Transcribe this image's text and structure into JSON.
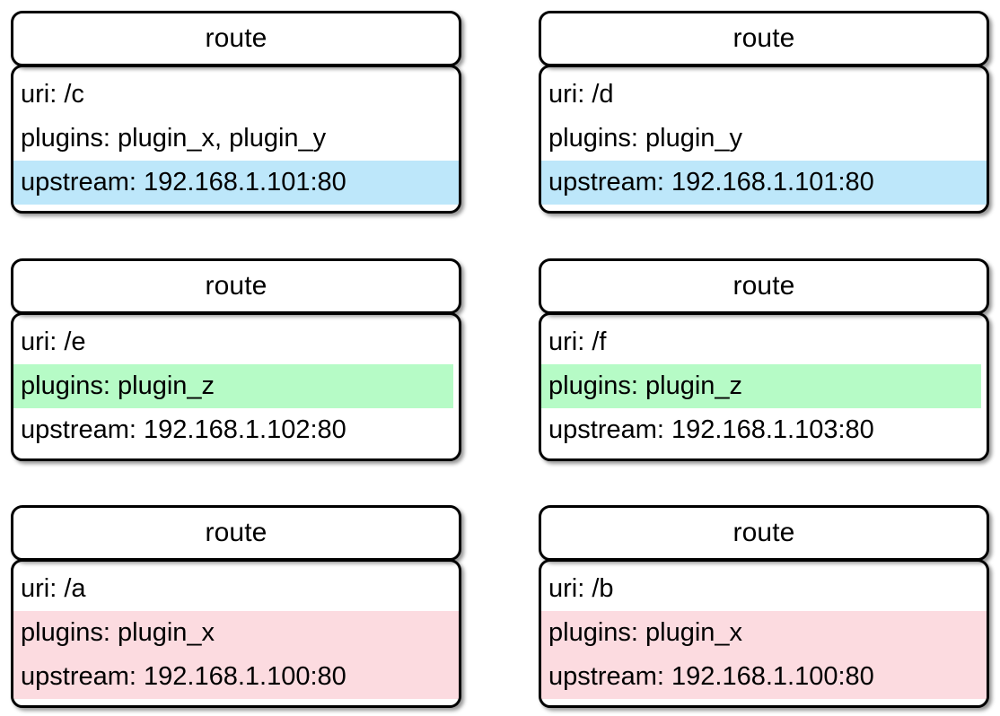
{
  "diagram": {
    "entity_type_label": "route",
    "attribute_keys": [
      "uri",
      "plugins",
      "upstream"
    ],
    "highlight_colors": {
      "blue": "#bde7fa",
      "green": "#b6fbc6",
      "pink": "#fcdbe0",
      "border": "#000000",
      "background": "#ffffff"
    },
    "cards": [
      {
        "title": "route",
        "uri": "uri: /c",
        "plugins": "plugins: plugin_x, plugin_y",
        "upstream": "upstream: 192.168.1.101:80",
        "highlight": "blue",
        "highlight_scope": "upstream"
      },
      {
        "title": "route",
        "uri": "uri: /d",
        "plugins": "plugins: plugin_y",
        "upstream": "upstream: 192.168.1.101:80",
        "highlight": "blue",
        "highlight_scope": "upstream"
      },
      {
        "title": "route",
        "uri": "uri: /e",
        "plugins": "plugins: plugin_z",
        "upstream": "upstream: 192.168.1.102:80",
        "highlight": "green",
        "highlight_scope": "plugins"
      },
      {
        "title": "route",
        "uri": "uri: /f",
        "plugins": "plugins: plugin_z",
        "upstream": "upstream: 192.168.1.103:80",
        "highlight": "green",
        "highlight_scope": "plugins"
      },
      {
        "title": "route",
        "uri": "uri: /a",
        "plugins": "plugins: plugin_x",
        "upstream": "upstream: 192.168.1.100:80",
        "highlight": "pink",
        "highlight_scope": "plugins+upstream"
      },
      {
        "title": "route",
        "uri": "uri: /b",
        "plugins": "plugins: plugin_x",
        "upstream": "upstream: 192.168.1.100:80",
        "highlight": "pink",
        "highlight_scope": "plugins+upstream"
      }
    ]
  }
}
